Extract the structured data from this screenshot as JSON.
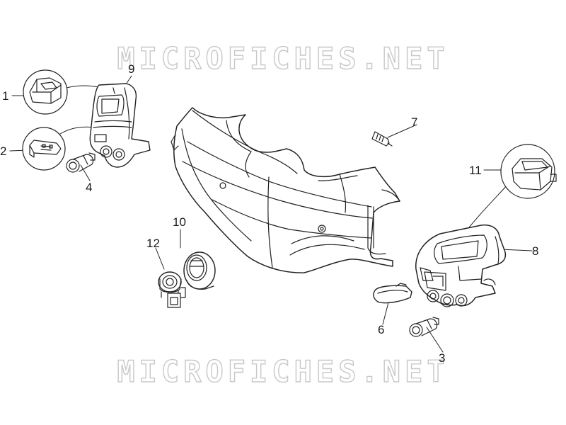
{
  "watermark": {
    "text": "MICROFICHES.NET"
  },
  "callouts": [
    {
      "key": "c1",
      "label": "1"
    },
    {
      "key": "c2",
      "label": "2"
    },
    {
      "key": "c3",
      "label": "3"
    },
    {
      "key": "c4",
      "label": "4"
    },
    {
      "key": "c6",
      "label": "6"
    },
    {
      "key": "c7",
      "label": "7"
    },
    {
      "key": "c8",
      "label": "8"
    },
    {
      "key": "c9",
      "label": "9"
    },
    {
      "key": "c10",
      "label": "10"
    },
    {
      "key": "c11",
      "label": "11"
    },
    {
      "key": "c12",
      "label": "12"
    }
  ]
}
